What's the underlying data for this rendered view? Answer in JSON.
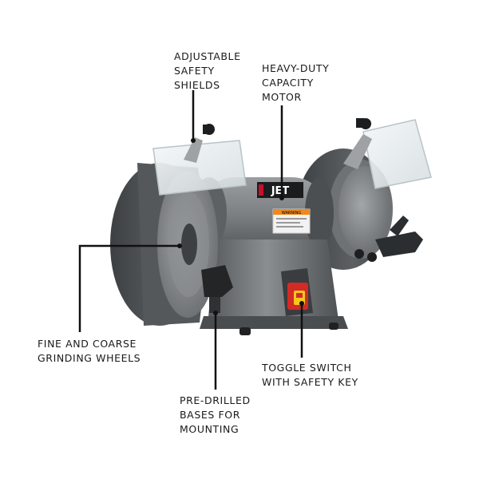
{
  "callouts": {
    "safety_shields": "ADJUSTABLE\nSAFETY\nSHIELDS",
    "motor": "HEAVY-DUTY\nCAPACITY\nMOTOR",
    "wheels": "FINE AND COARSE\nGRINDING WHEELS",
    "toggle": "TOGGLE SWITCH\nWITH SAFETY KEY",
    "bases": "PRE-DRILLED\nBASES FOR\nMOUNTING"
  },
  "product": {
    "brand": "JET",
    "label_warning": "WARNING"
  },
  "colors": {
    "body_gray": "#6f7375",
    "dark_gray": "#3a3d3f",
    "wheel_gray": "#8c8f91",
    "shield_glass": "#e9eef0",
    "switch_red": "#d42a25",
    "switch_yellow": "#f3c81c",
    "brand_red": "#c8102e",
    "leader_black": "#111111"
  }
}
